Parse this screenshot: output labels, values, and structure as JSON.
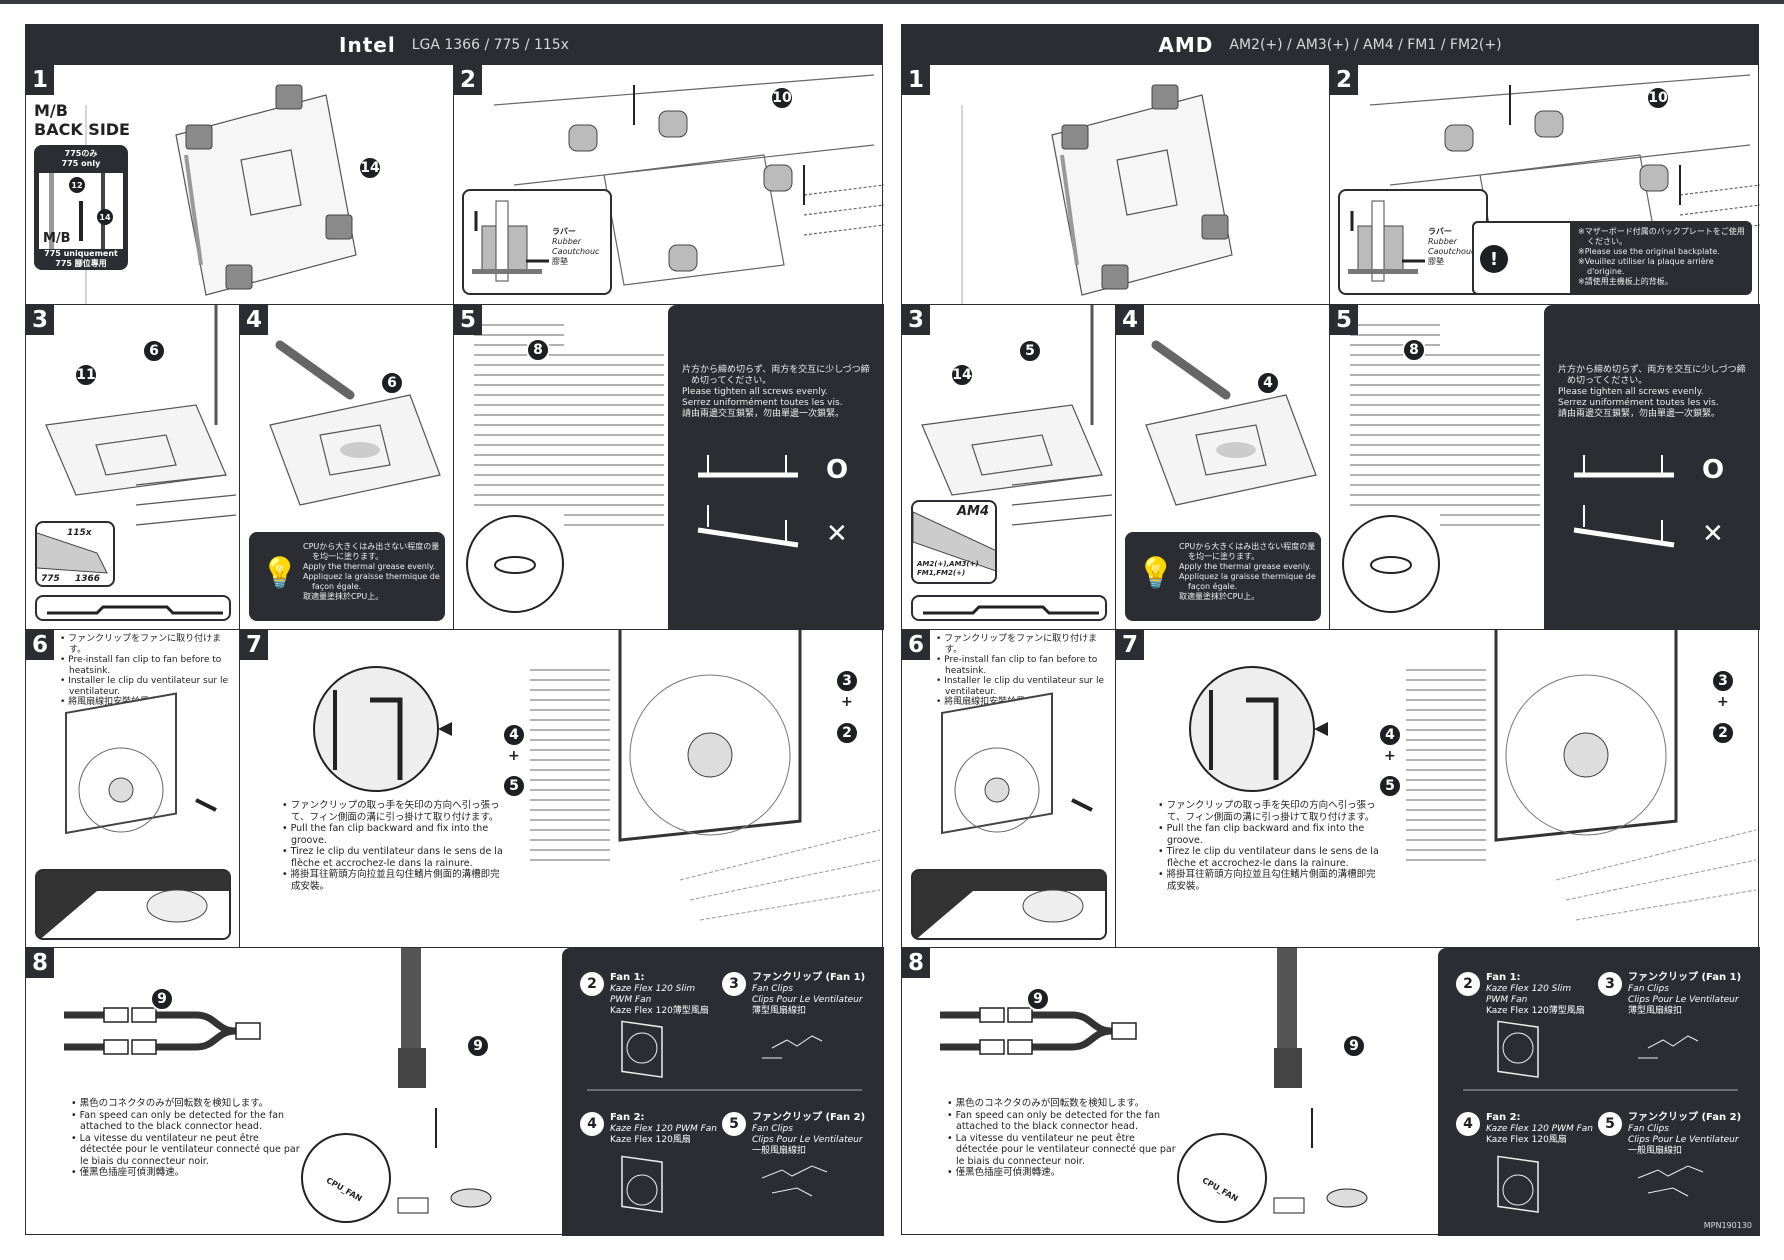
{
  "intel": {
    "title": "Intel",
    "subtitle": "LGA 1366 / 775 / 115x",
    "steps": [
      "1",
      "2",
      "3",
      "4",
      "5",
      "6",
      "7",
      "8"
    ],
    "mb_back_side": [
      "M/B",
      "BACK SIDE"
    ],
    "box775": {
      "top": [
        "775のみ",
        "775 only"
      ],
      "bottom": [
        "775 uniquement",
        "775 腳位專用"
      ],
      "mb": "M/B",
      "c12": "12",
      "c14": "14"
    },
    "step1_callout": "14",
    "step2_callout": "10",
    "step3_callouts": [
      "11",
      "6"
    ],
    "socket_labels": [
      "115x",
      "775",
      "1366"
    ],
    "step4_callout": "6",
    "step5_callout": "8"
  },
  "amd": {
    "title": "AMD",
    "subtitle": "AM2(+) / AM3(+) / AM4 / FM1 / FM2(+)",
    "steps": [
      "1",
      "2",
      "3",
      "4",
      "5",
      "6",
      "7",
      "8"
    ],
    "step2_callout": "10",
    "backplate_warning": [
      "※マザーボード付属のバックプレートをご使用ください。",
      "※Please use the original backplate.",
      "※Veuillez utiliser la plaque arrière d'origine.",
      "※請使用主機板上的背板。"
    ],
    "step3_callouts": [
      "14",
      "5"
    ],
    "am4_labels": [
      "AM4",
      "AM2(+),AM3(+)",
      "FM1,FM2(+)"
    ],
    "step4_callout": "4",
    "step5_callout": "8",
    "mpn": "MPN190130"
  },
  "common": {
    "rubber": [
      "ラバー",
      "Rubber",
      "Caoutchouc",
      "膠墊"
    ],
    "grease_note": [
      "CPUから大きくはみ出さない程度の量を均一に塗ります。",
      "Apply the thermal grease evenly.",
      "Appliquez la graisse thermique de façon égale.",
      "取適量塗抹於CPU上。"
    ],
    "tighten_note": [
      "片方から締め切らず、両方を交互に少しづつ締め切ってください。",
      "Please tighten all screws evenly.",
      "Serrez uniformément toutes les vis.",
      "請由兩邊交互鎖緊，勿由單邊一次鎖緊。"
    ],
    "ok_mark": "O",
    "ng_mark": "✕",
    "step6_note": [
      "ファンクリップをファンに取り付けます。",
      "Pre-install fan clip to fan before to heatsink.",
      "Installer le clip du ventilateur sur le ventilateur.",
      "將風扇線扣安裝於風扇上。"
    ],
    "step7_note": [
      "ファンクリップの取っ手を矢印の方向へ引っ張って、フィン側面の溝に引っ掛けて取り付けます。",
      "Pull the fan clip backward and fix into the groove.",
      "Tirez le clip du ventilateur dans le sens de la flèche et accrochez-le dans la rainure.",
      "將掛耳往箭頭方向拉並且勾住鰭片側面的溝槽即完成安裝。"
    ],
    "step7_callouts": [
      "3",
      "2",
      "4",
      "5"
    ],
    "plus": "+",
    "step8_callouts": [
      "9",
      "9"
    ],
    "cpu_fan": "CPU_FAN",
    "step8_note": [
      "黒色のコネクタのみが回転数を検知します。",
      "Fan speed can only be detected for the fan attached to the black connector head.",
      "La vitesse du ventilateur ne peut être détectée pour le ventilateur connecté que par le biais du connecteur noir.",
      "僅黑色插座可偵測轉速。"
    ],
    "parts": [
      {
        "num": "2",
        "title": "Fan 1:",
        "lines": [
          "Kaze Flex 120 Slim PWM Fan",
          "Kaze Flex 120薄型風扇"
        ]
      },
      {
        "num": "3",
        "title": "ファンクリップ (Fan 1)",
        "lines": [
          "Fan Clips",
          "Clips Pour Le Ventilateur",
          "薄型風扇線扣"
        ]
      },
      {
        "num": "4",
        "title": "Fan 2:",
        "lines": [
          "Kaze Flex 120 PWM Fan",
          "Kaze Flex 120風扇"
        ]
      },
      {
        "num": "5",
        "title": "ファンクリップ (Fan 2)",
        "lines": [
          "Fan Clips",
          "Clips Pour Le Ventilateur",
          "一般風扇線扣"
        ]
      }
    ]
  }
}
